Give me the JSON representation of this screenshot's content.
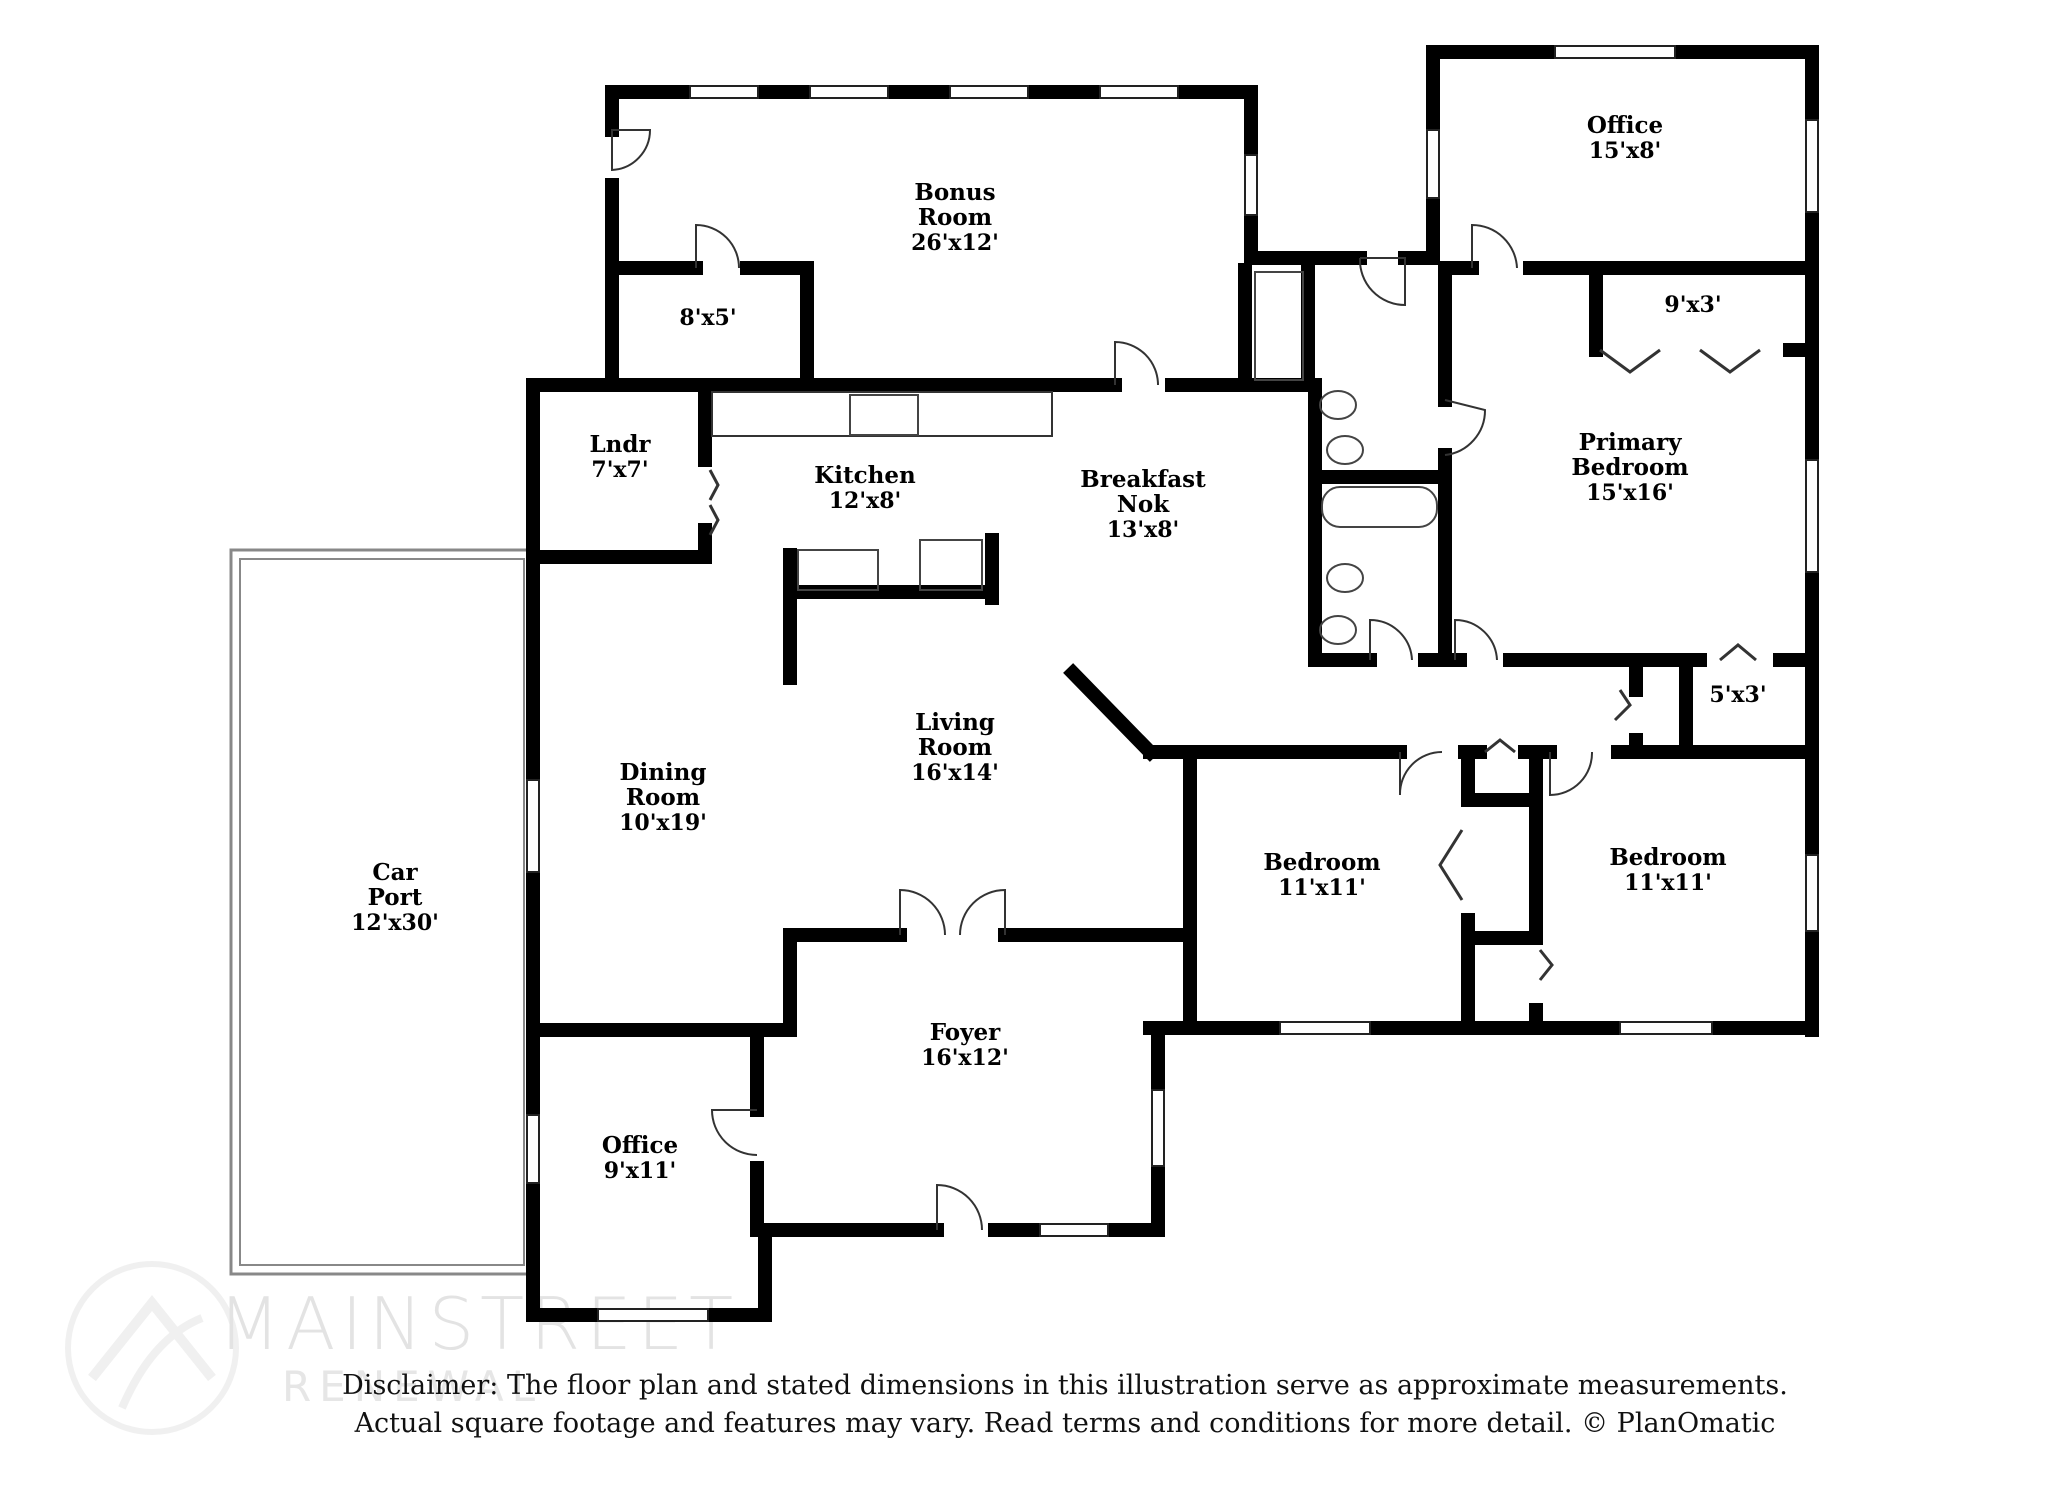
{
  "rooms": {
    "bonus": {
      "name": "Bonus Room",
      "line1": "Bonus",
      "line2": "Room",
      "dim": "26'x12'"
    },
    "closet_8x5": {
      "dim": "8'x5'"
    },
    "office_top": {
      "name": "Office",
      "dim": "15'x8'"
    },
    "closet_9x3": {
      "dim": "9'x3'"
    },
    "primary": {
      "line1": "Primary",
      "line2": "Bedroom",
      "dim": "15'x16'"
    },
    "laundry": {
      "name": "Lndr",
      "dim": "7'x7'"
    },
    "kitchen": {
      "name": "Kitchen",
      "dim": "12'x8'"
    },
    "breakfast": {
      "line1": "Breakfast",
      "line2": "Nok",
      "dim": "13'x8'"
    },
    "closet_5x3": {
      "dim": "5'x3'"
    },
    "living": {
      "line1": "Living",
      "line2": "Room",
      "dim": "16'x14'"
    },
    "dining": {
      "line1": "Dining",
      "line2": "Room",
      "dim": "10'x19'"
    },
    "bedroom_left": {
      "name": "Bedroom",
      "dim": "11'x11'"
    },
    "bedroom_right": {
      "name": "Bedroom",
      "dim": "11'x11'"
    },
    "carport": {
      "line1": "Car",
      "line2": "Port",
      "dim": "12'x30'"
    },
    "foyer": {
      "name": "Foyer",
      "dim": "16'x12'"
    },
    "office_bottom": {
      "name": "Office",
      "dim": "9'x11'"
    }
  },
  "disclaimer": {
    "line1": "Disclaimer: The floor plan and stated dimensions in this illustration serve as approximate measurements.",
    "line2": "Actual square footage and features may vary. Read terms and conditions for more detail. © PlanOmatic"
  },
  "watermark": {
    "line1": "MAINSTREET",
    "line2": "RENEWAL"
  },
  "colors": {
    "wall": "#000000",
    "window": "#ffffff",
    "background": "#ffffff",
    "fixture": "#555555"
  }
}
